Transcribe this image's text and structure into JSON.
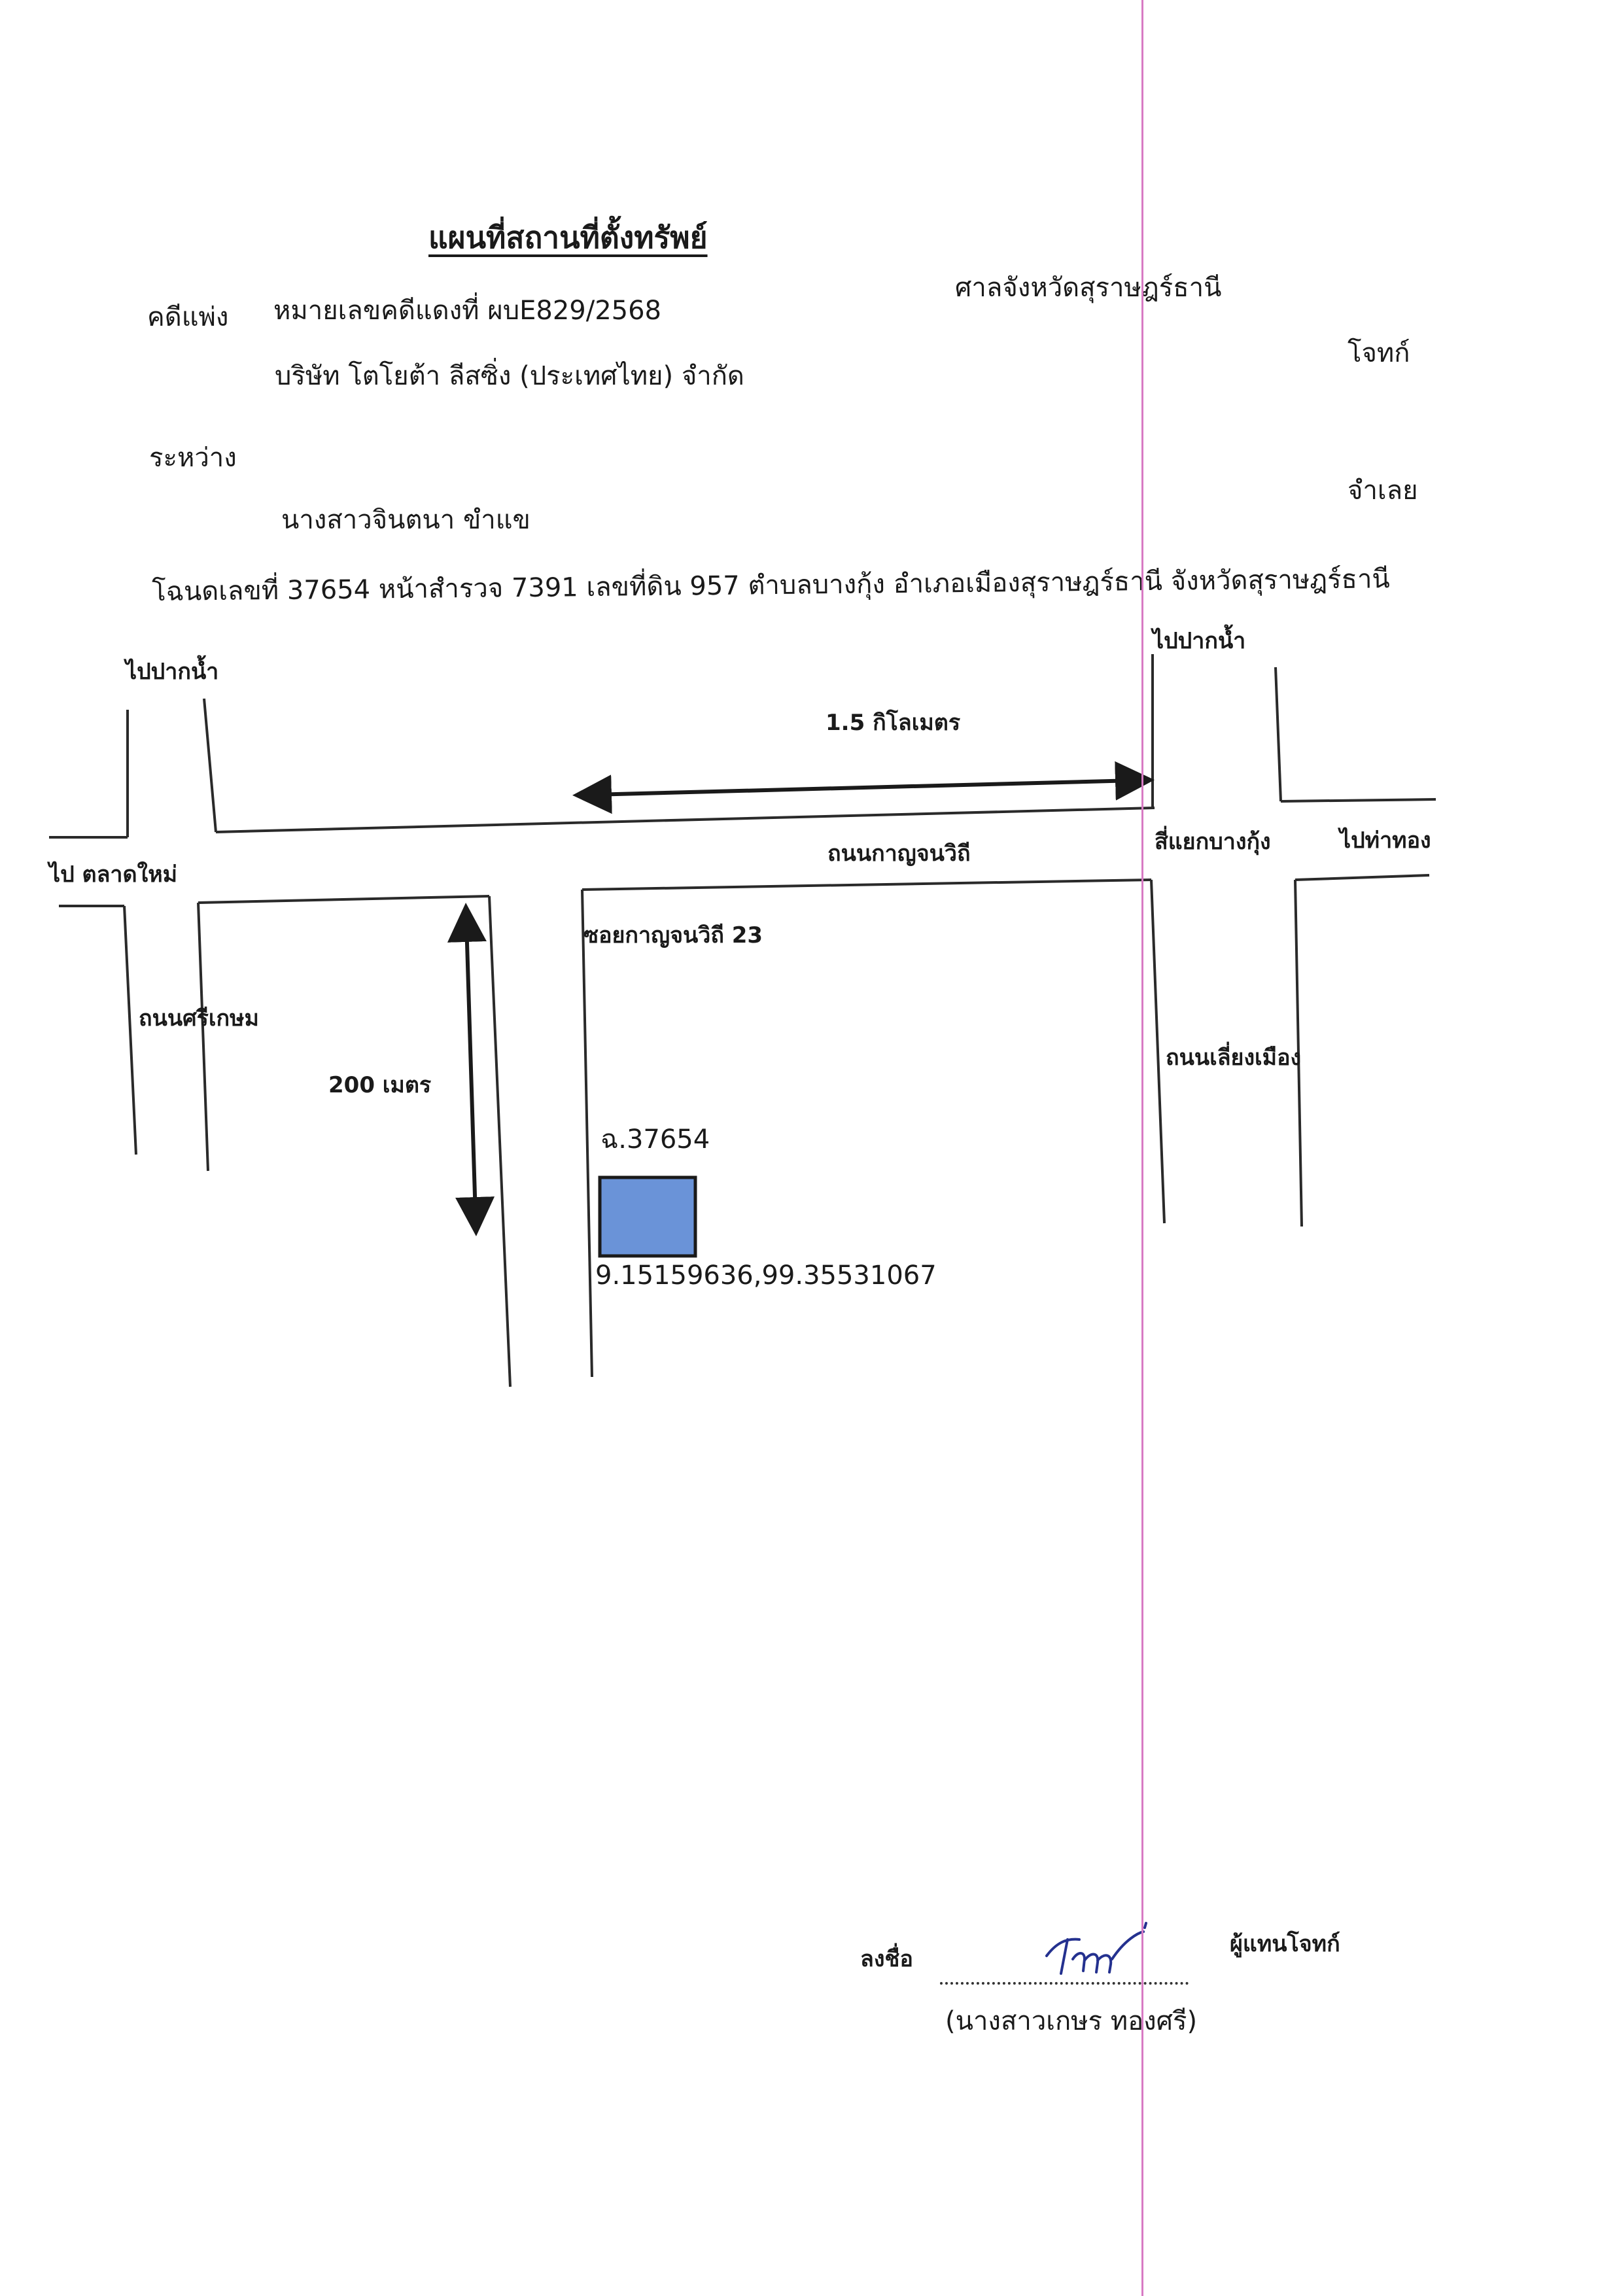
{
  "document": {
    "title": "แผนที่สถานที่ตั้งทรัพย์",
    "case_type": "คดีแพ่ง",
    "case_number": "หมายเลขคดีแดงที่ ผบE829/2568",
    "court": "ศาลจังหวัดสุราษฎร์ธานี",
    "plaintiff_name": "บริษัท  โตโยต้า ลีสซิ่ง (ประเทศไทย) จำกัด",
    "plaintiff_role": "โจทก์",
    "between": "ระหว่าง",
    "defendant_name": "นางสาวจินตนา ขำแข",
    "defendant_role": "จำเลย",
    "deed_line": "โฉนดเลขที่ 37654 หน้าสำรวจ 7391 เลขที่ดิน 957 ตำบลบางกุ้ง อำเภอเมืองสุราษฎร์ธานี จังหวัดสุราษฎร์ธานี"
  },
  "map": {
    "to_river_left": "ไปปากน้ำ",
    "to_river_right": "ไปปากน้ำ",
    "distance_long": "1.5 กิโลเมตร",
    "to_talad_mai": "ไป ตลาดใหม่",
    "kanchanawithi_road": "ถนนกาญจนวิถี",
    "bang_kung_junction": "สี่แยกบางกุ้ง",
    "to_tha_thong": "ไปท่าทอง",
    "soi_kanchanawithi": "ซอยกาญจนวิถี 23",
    "si_kasem_road": "ถนนศรีเกษม",
    "distance_short": "200 เมตร",
    "bypass_road": "ถนนเลี่ยงเมือง",
    "plot_label": "ฉ.37654",
    "plot_coordinates": "9.15159636,99.35531067",
    "plot_color": "#6a93d8"
  },
  "signature": {
    "sign_label": "ลงชื่อ",
    "role": "ผู้แทนโจทก์",
    "printed_name": "(นางสาวเกษร ทองศรี)"
  }
}
